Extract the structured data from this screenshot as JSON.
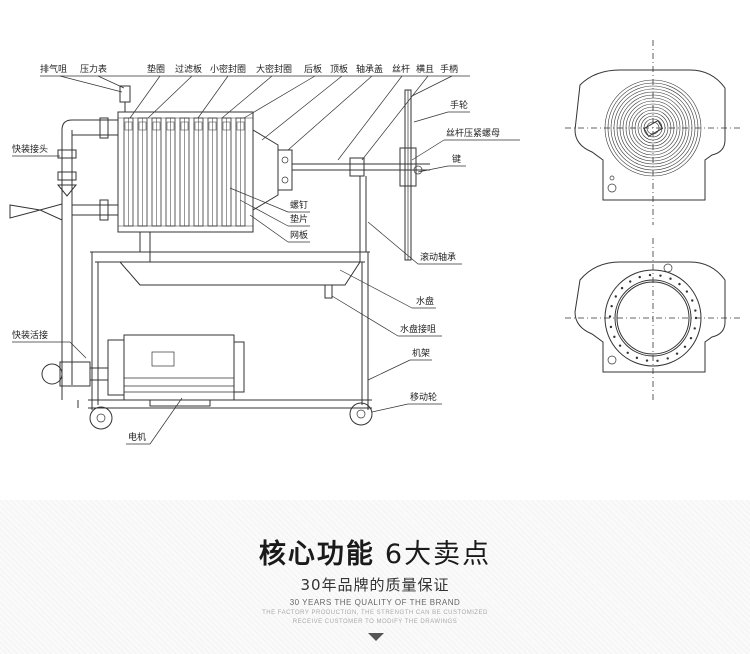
{
  "labels": {
    "vent_valve": "排气咀",
    "pressure_gauge": "压力表",
    "gasket_plate": "垫圈",
    "filter_plate": "过滤板",
    "small_seal": "小密封圈",
    "large_seal": "大密封圈",
    "rear_plate": "后板",
    "top_plate": "顶板",
    "bearing_cover": "轴承盖",
    "screw_rod": "丝杆",
    "crossbeam": "横且",
    "handle": "手柄",
    "handwheel": "手轮",
    "screw_nut": "丝杆压紧螺母",
    "key": "键",
    "quick_joint": "快装接头",
    "bolt": "螺钉",
    "washer": "垫片",
    "mesh_plate": "网板",
    "rolling_bearing": "滚动轴承",
    "water_tray": "水盘",
    "tray_nozzle": "水盘接咀",
    "frame": "机架",
    "quick_clamp": "快装活接",
    "caster": "移动轮",
    "motor": "电机"
  },
  "banner": {
    "title_bold": "核心功能",
    "title_rest": "6大卖点",
    "subtitle": "30年品牌的质量保证",
    "english": "30 YEARS THE QUALITY OF THE BRAND",
    "english_small_1": "THE FACTORY PRODUCTION, THE STRENGTH CAN BE CUSTOMIZED",
    "english_small_2": "RECEIVE CUSTOMER TO MODIFY THE DRAWINGS"
  },
  "icons": {
    "down_arrow": "triangle-down-icon"
  }
}
